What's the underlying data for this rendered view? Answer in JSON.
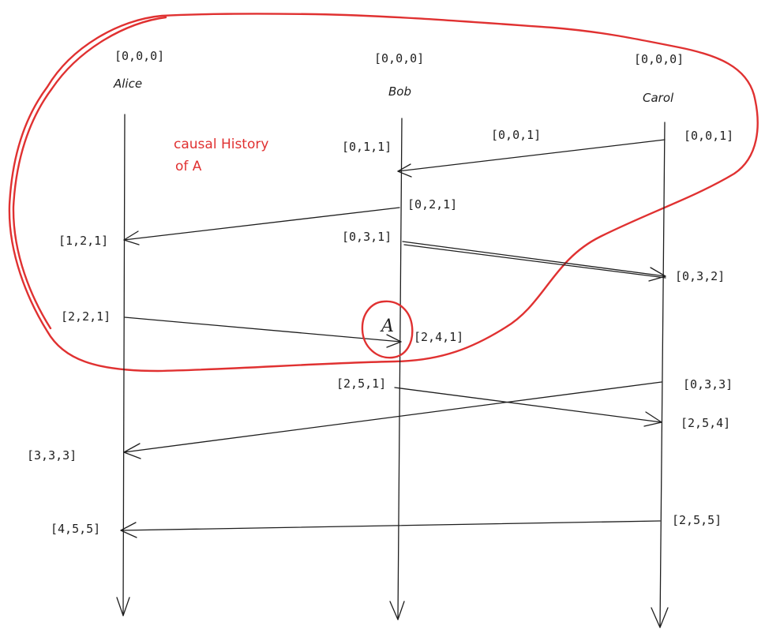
{
  "processes": [
    {
      "name": "Alice",
      "initial": "[0,0,0]"
    },
    {
      "name": "Bob",
      "initial": "[0,0,0]"
    },
    {
      "name": "Carol",
      "initial": "[0,0,0]"
    }
  ],
  "annotation": {
    "line1": "causal History",
    "line2": "of A",
    "event_name": "A",
    "color": "#e03131"
  },
  "clocks": {
    "alice": [
      "[1,2,1]",
      "[2,2,1]",
      "[3,3,3]",
      "[4,5,5]"
    ],
    "bob": [
      "[0,1,1]",
      "[0,2,1]",
      "[0,3,1]",
      "[2,4,1]",
      "[2,5,1]"
    ],
    "carol": [
      "[0,0,1]",
      "[0,3,2]",
      "[0,3,3]",
      "[2,5,4]",
      "[2,5,5]"
    ],
    "message": [
      "[0,0,1]"
    ]
  }
}
